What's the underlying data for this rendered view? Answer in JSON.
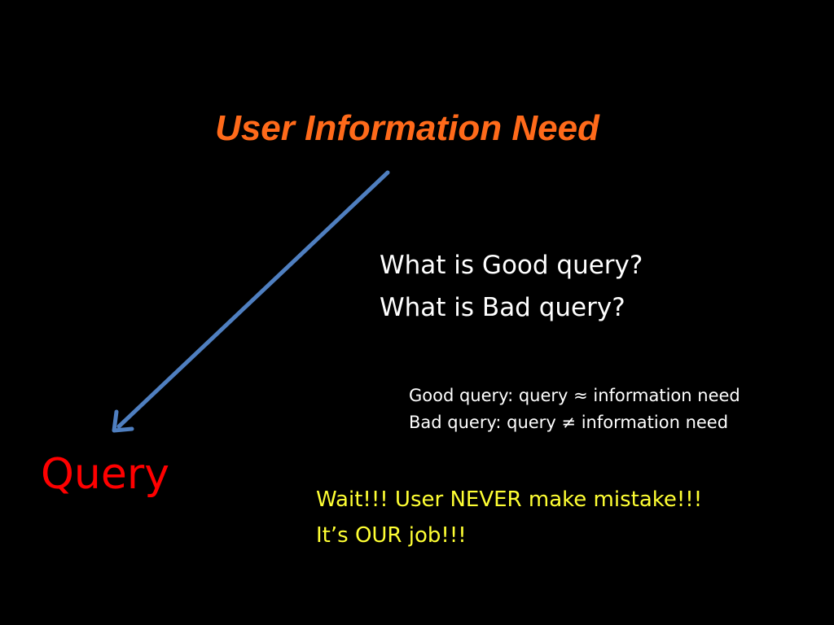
{
  "title": "User Information Need",
  "questions": [
    "What is Good query?",
    "What is Bad query?"
  ],
  "definitions": [
    "Good query: query ≈ information need",
    "Bad query: query ≠ information need"
  ],
  "query_label": "Query",
  "remark": [
    "Wait!!! User NEVER make mistake!!!",
    "It’s OUR job!!!"
  ],
  "colors": {
    "background": "#000000",
    "title": "#FF6A1A",
    "questions": "#FFFFFF",
    "definitions": "#FFFFFF",
    "query_label": "#FF0000",
    "remark": "#FFFF33",
    "arrow": "#4F7FC0"
  }
}
